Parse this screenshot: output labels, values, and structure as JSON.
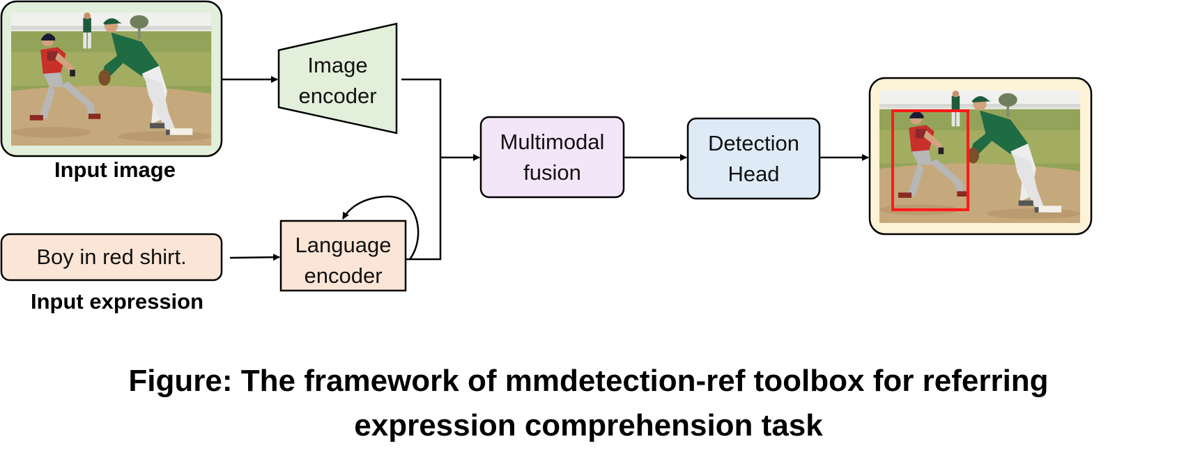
{
  "diagram": {
    "input_image_label": "Input image",
    "input_expression_label": "Input expression",
    "expression_text": "Boy in red shirt.",
    "nodes": {
      "image_encoder": "Image\nencoder",
      "language_encoder": "Language\nencoder",
      "multimodal_fusion": "Multimodal\nfusion",
      "detection_head": "Detection\nHead"
    },
    "colors": {
      "image_encoder": "#e2efda",
      "language_encoder": "#fbe5d6",
      "multimodal_fusion": "#f3e6f8",
      "detection_head": "#deebf7",
      "input_image_frame": "#e2efda",
      "output_image_frame": "#fdf3d6",
      "bounding_box": "#ff1a1a"
    }
  },
  "caption": {
    "line1": "Figure: The framework of mmdetection-ref toolbox for referring",
    "line2": "expression comprehension task"
  }
}
